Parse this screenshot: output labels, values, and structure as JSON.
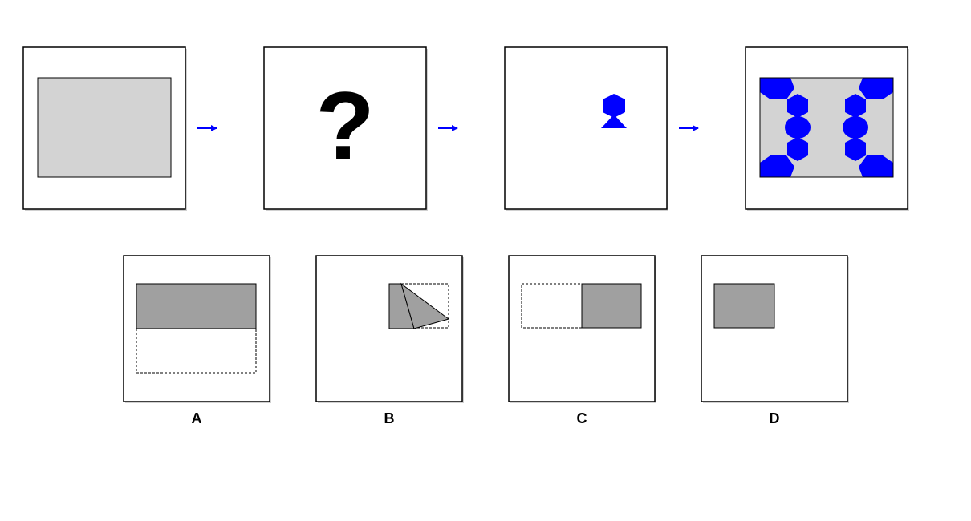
{
  "sequence": {
    "question_mark": "?",
    "colors": {
      "paper": "#d3d3d3",
      "cut": "#0000ff",
      "arrow": "#0000ff",
      "frame": "#000000"
    }
  },
  "options": {
    "a_label": "A",
    "b_label": "B",
    "c_label": "C",
    "d_label": "D",
    "colors": {
      "folded": "#a0a0a0"
    }
  }
}
